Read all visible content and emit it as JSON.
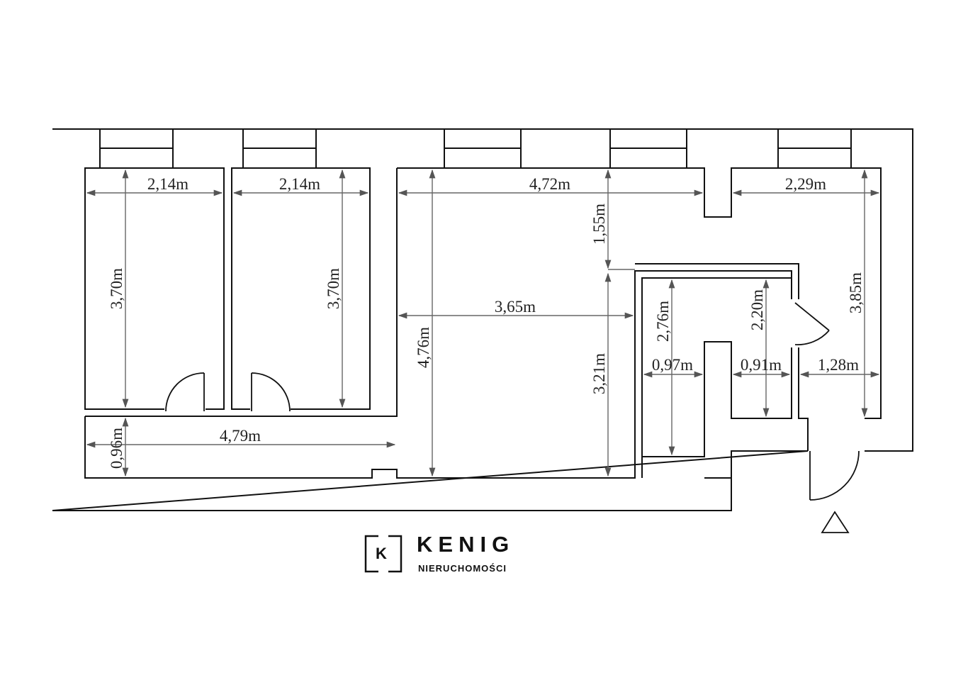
{
  "plan": {
    "dimensions": {
      "room1_width": "2,14m",
      "room1_length": "3,70m",
      "room2_width": "2,14m",
      "room2_length": "3,70m",
      "main_width": "4,72m",
      "main_upper": "1,55m",
      "main_mid_width": "3,65m",
      "main_height": "4,76m",
      "main_lower": "3,21m",
      "corridor_length": "4,79m",
      "corridor_width": "0,96m",
      "right_room_width": "2,29m",
      "right_room_length": "3,85m",
      "bath_height": "2,76m",
      "bath_width": "0,97m",
      "wc_height": "2,20m",
      "wc_width": "0,91m",
      "hall_width": "1,28m"
    }
  },
  "logo": {
    "letter": "K",
    "name": "KENIG",
    "subtitle": "NIERUCHOMOŚCI"
  },
  "colors": {
    "wall": "#111111",
    "dimension": "#666666"
  },
  "icons": [
    "north-arrow-icon",
    "door-icon"
  ]
}
